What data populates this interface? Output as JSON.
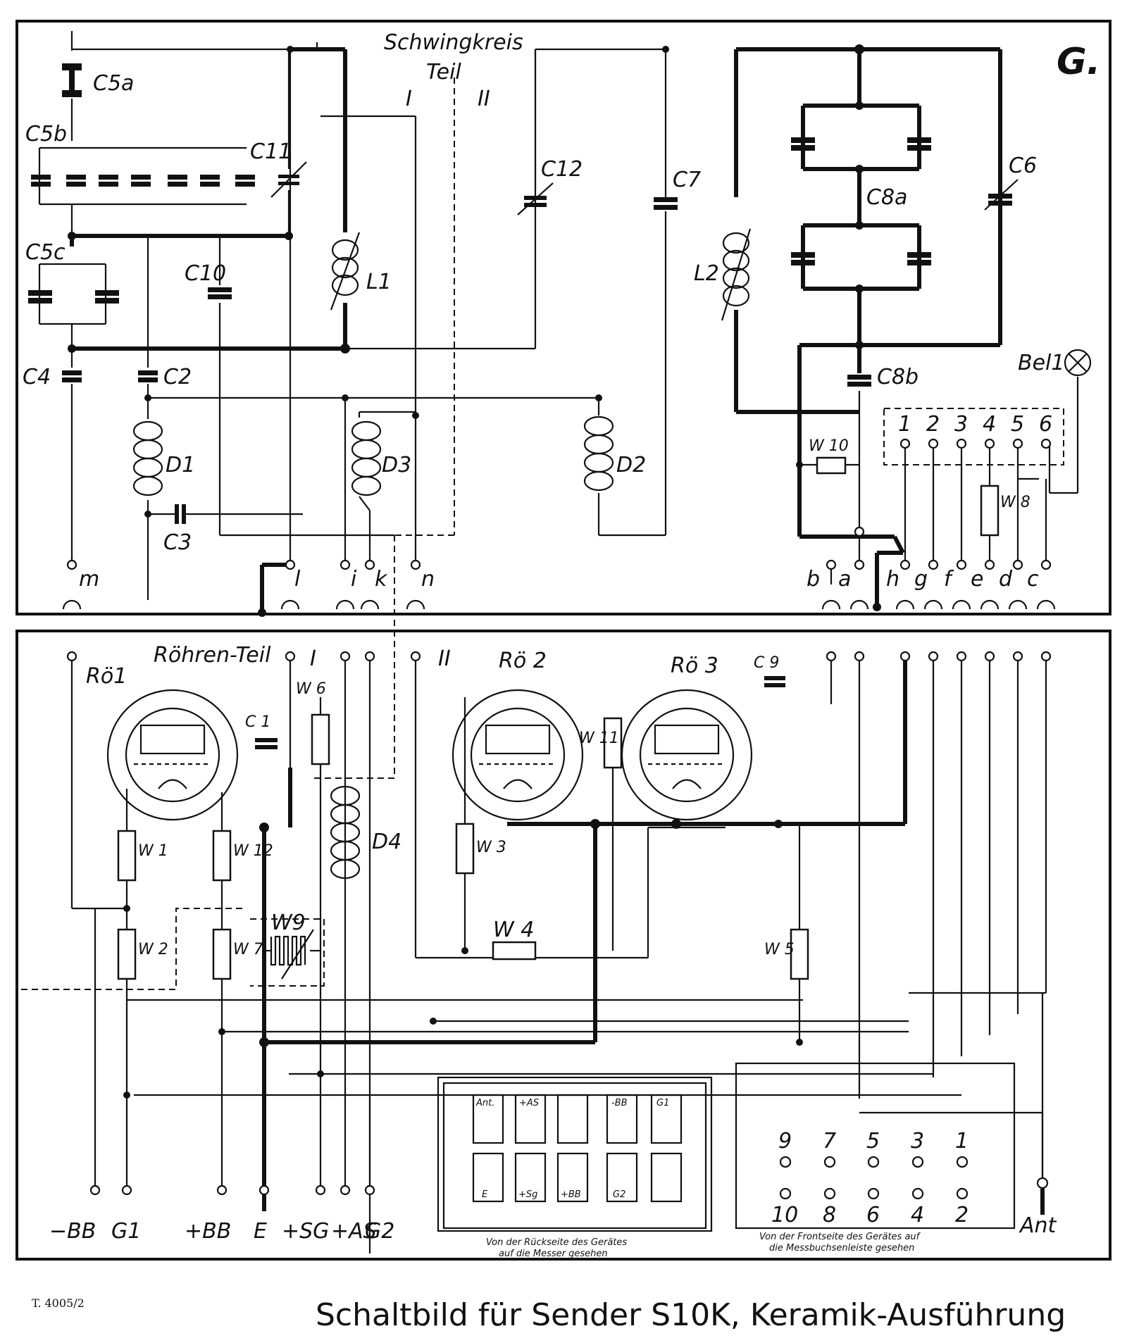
{
  "corner_mark": "G.",
  "oscillator_section": {
    "title_line1": "Schwingkreis",
    "title_line2": "Teil",
    "div_I": "I",
    "div_II": "II"
  },
  "tube_section": {
    "title": "Röhren-Teil",
    "div_I": "I",
    "div_II": "II"
  },
  "components": {
    "C5a": "C5a",
    "C5b": "C5b",
    "C5c": "C5c",
    "C11": "C11",
    "C10": "C10",
    "C4": "C4",
    "C2": "C2",
    "C3": "C3",
    "C12": "C12",
    "C7": "C7",
    "C6": "C6",
    "C8a": "C8a",
    "C8b": "C8b",
    "C1": "C 1",
    "C9": "C 9",
    "L1": "L1",
    "L2": "L2",
    "D1": "D1",
    "D2": "D2",
    "D3": "D3",
    "D4": "D4",
    "W1": "W 1",
    "W2": "W 2",
    "W3": "W 3",
    "W4": "W 4",
    "W5": "W 5",
    "W6": "W 6",
    "W7": "W 7",
    "W8": "W 8",
    "W9": "W9",
    "W10": "W 10",
    "W11": "W 11",
    "W12": "W 12",
    "Ro1": "Rö1",
    "Ro2": "Rö 2",
    "Ro3": "Rö 3",
    "Bel1": "Bel1"
  },
  "plug_pins_left": [
    "m",
    "l",
    "i",
    "k",
    "n"
  ],
  "plug_pins_right": [
    "b",
    "a",
    "h",
    "g",
    "f",
    "e",
    "d",
    "c"
  ],
  "jack_strip_numbers": [
    "1",
    "2",
    "3",
    "4",
    "5",
    "6"
  ],
  "bottom_terminals": [
    "−BB",
    "G1",
    "+BB",
    "E",
    "+SG",
    "+AS",
    "G2"
  ],
  "antenna_label": "Ant",
  "blade_panel": {
    "top_row": [
      "Ant.",
      "+AS",
      "",
      "-BB",
      "G1"
    ],
    "bottom_row": [
      "E",
      "+Sg",
      "+BB",
      "G2",
      ""
    ],
    "caption_line1": "Von der Rückseite des Gerätes",
    "caption_line2": "auf die Messer gesehen"
  },
  "socket_panel": {
    "top_row": [
      "9",
      "7",
      "5",
      "3",
      "1"
    ],
    "bottom_row": [
      "10",
      "8",
      "6",
      "4",
      "2"
    ],
    "caption_line1": "Von der Frontseite des Gerätes auf",
    "caption_line2": "die Messbuchsenleiste gesehen"
  },
  "doc_code": "T. 4005/2",
  "caption": "Schaltbild für Sender S10K, Keramik-Ausführung"
}
